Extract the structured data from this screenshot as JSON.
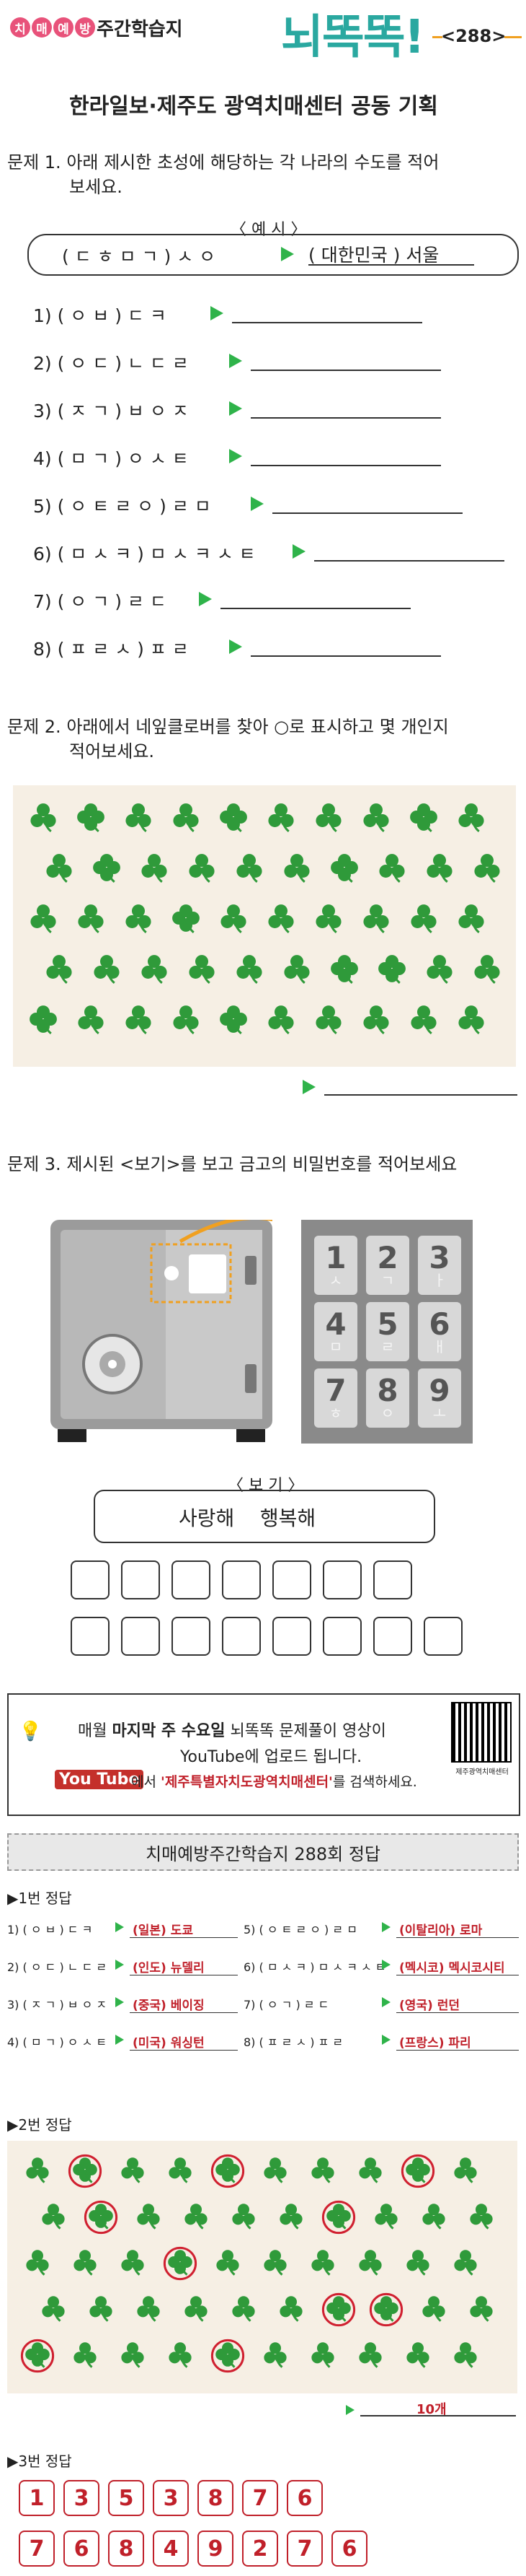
{
  "header": {
    "badge": [
      "치",
      "매",
      "예",
      "방"
    ],
    "title": "주간학습지",
    "logo": "뇌똑똑!",
    "issue": "<288>",
    "subtitle": "한라일보·제주도 광역치매센터 공동 기획"
  },
  "q1": {
    "question_line1": "문제 1. 아래 제시한 초성에 해당하는 각 나라의 수도를 적어",
    "question_line2": "보세요.",
    "example_label": "〈 예 시 〉",
    "example_choseong": "( ㄷ ㅎ ㅁ ㄱ ) ㅅ ㅇ",
    "example_answer": "( 대한민국 ) 서울",
    "items": [
      "1) ( ㅇ ㅂ ) ㄷ ㅋ",
      "2) ( ㅇ ㄷ ) ㄴ ㄷ ㄹ",
      "3) ( ㅈ ㄱ ) ㅂ ㅇ ㅈ",
      "4) ( ㅁ ㄱ ) ㅇ ㅅ ㅌ",
      "5) ( ㅇ ㅌ ㄹ ㅇ ) ㄹ ㅁ",
      "6) ( ㅁ ㅅ ㅋ ) ㅁ ㅅ ㅋ ㅅ ㅌ",
      "7) ( ㅇ ㄱ ) ㄹ ㄷ",
      "8) ( ㅍ ㄹ ㅅ ) ㅍ ㄹ"
    ]
  },
  "q2": {
    "question_line1": "문제 2. 아래에서 네잎클로버를 찾아 ○로 표시하고 몇 개인지",
    "question_line2": "적어보세요."
  },
  "q3": {
    "question": "문제 3. 제시된 <보기>를 보고 금고의 비밀번호를 적어보세요",
    "keypad": [
      {
        "num": "1",
        "sub": "ㅅ"
      },
      {
        "num": "2",
        "sub": "ㄱ"
      },
      {
        "num": "3",
        "sub": "ㅏ"
      },
      {
        "num": "4",
        "sub": "ㅁ"
      },
      {
        "num": "5",
        "sub": "ㄹ"
      },
      {
        "num": "6",
        "sub": "ㅐ"
      },
      {
        "num": "7",
        "sub": "ㅎ"
      },
      {
        "num": "8",
        "sub": "ㅇ"
      },
      {
        "num": "9",
        "sub": "ㅗ"
      }
    ],
    "bogi_label": "〈 보 기 〉",
    "bogi_words": "사랑해    행복해"
  },
  "youtube": {
    "line1_pre": "매월 ",
    "line1_bold": "마지막 주 수요일",
    "line1_post": " 뇌똑똑 문제풀이 영상이",
    "line2": "YouTube에 업로드 됩니다.",
    "yt_logo": "You Tube",
    "line3_pre": "에서 ",
    "line3_red": "'제주특별자치도광역치매센터'",
    "line3_post": "를 검색하세요.",
    "qr_caption": "제주광역치매센터"
  },
  "answers": {
    "header": "치매예방주간학습지 288회 정답",
    "sec1_label": "▶1번 정답",
    "sec1": [
      {
        "q": "1) ( ㅇ ㅂ ) ㄷ ㅋ",
        "a": "(일본) 도쿄"
      },
      {
        "q": "5) ( ㅇ ㅌ ㄹ ㅇ ) ㄹ ㅁ",
        "a": "(이탈리아) 로마"
      },
      {
        "q": "2) ( ㅇ ㄷ ) ㄴ ㄷ ㄹ",
        "a": "(인도) 뉴델리"
      },
      {
        "q": "6) ( ㅁ ㅅ ㅋ ) ㅁ ㅅ ㅋ ㅅ ㅌ",
        "a": "(멕시코) 멕시코시티"
      },
      {
        "q": "3) ( ㅈ ㄱ ) ㅂ ㅇ ㅈ",
        "a": "(중국) 베이징"
      },
      {
        "q": "7) ( ㅇ ㄱ ) ㄹ ㄷ",
        "a": "(영국) 런던"
      },
      {
        "q": "4) ( ㅁ ㄱ ) ㅇ ㅅ ㅌ",
        "a": "(미국) 워싱턴"
      },
      {
        "q": "8) ( ㅍ ㄹ ㅅ ) ㅍ ㄹ",
        "a": "(프랑스) 파리"
      }
    ],
    "sec2_label": "▶2번 정답",
    "sec2_answer": "10개",
    "sec3_label": "▶3번 정답",
    "sec3_row1": [
      "1",
      "3",
      "5",
      "3",
      "8",
      "7",
      "6"
    ],
    "sec3_row2": [
      "7",
      "6",
      "8",
      "4",
      "9",
      "2",
      "7",
      "6"
    ]
  },
  "colors": {
    "accent_pink": "#e8527a",
    "teal": "#2aa8a0",
    "arrow_green": "#2fb34a",
    "answer_red": "#c0202a"
  }
}
